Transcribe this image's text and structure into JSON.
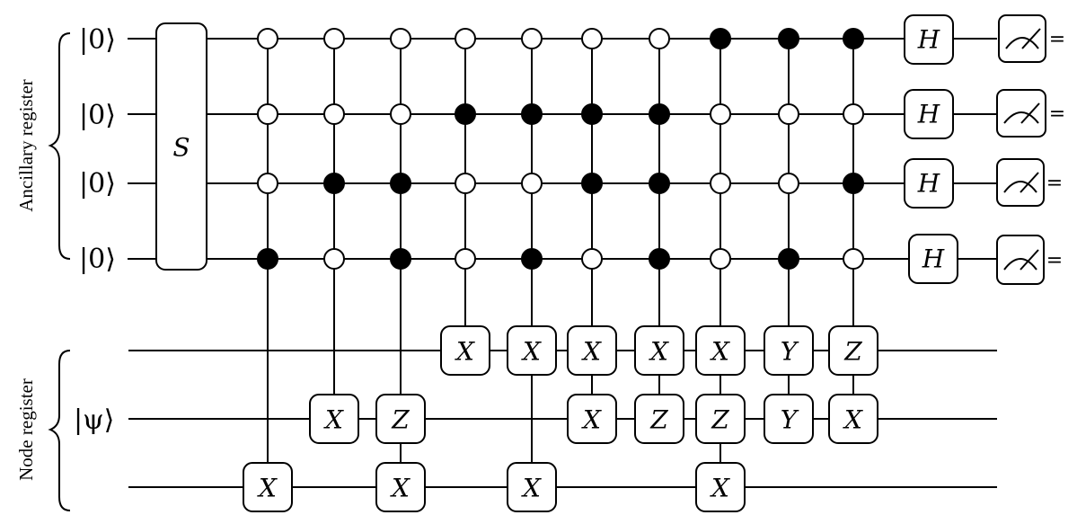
{
  "registers": {
    "ancillary": {
      "label": "Ancillary register",
      "inputs": [
        "|0⟩",
        "|0⟩",
        "|0⟩",
        "|0⟩"
      ]
    },
    "node": {
      "label": "Node register",
      "input": "|ψ⟩"
    }
  },
  "prep_gate": "S",
  "final_gates": [
    "H",
    "H",
    "H",
    "H"
  ],
  "measurement_output": "=",
  "controlled_ops": [
    {
      "controls": [
        "open",
        "open",
        "open",
        "filled"
      ],
      "targets": {
        "n2": "X"
      }
    },
    {
      "controls": [
        "open",
        "open",
        "filled",
        "open"
      ],
      "targets": {
        "n1": "X"
      }
    },
    {
      "controls": [
        "open",
        "open",
        "filled",
        "filled"
      ],
      "targets": {
        "n1": "Z",
        "n2": "X"
      }
    },
    {
      "controls": [
        "open",
        "filled",
        "open",
        "open"
      ],
      "targets": {
        "n0": "X"
      }
    },
    {
      "controls": [
        "open",
        "filled",
        "open",
        "filled"
      ],
      "targets": {
        "n0": "X",
        "n2": "X"
      }
    },
    {
      "controls": [
        "open",
        "filled",
        "filled",
        "open"
      ],
      "targets": {
        "n0": "X",
        "n1": "X"
      }
    },
    {
      "controls": [
        "open",
        "filled",
        "filled",
        "filled"
      ],
      "targets": {
        "n0": "X",
        "n1": "Z"
      }
    },
    {
      "controls": [
        "filled",
        "open",
        "open",
        "open"
      ],
      "targets": {
        "n0": "X",
        "n1": "Z",
        "n2": "X"
      }
    },
    {
      "controls": [
        "filled",
        "open",
        "open",
        "filled"
      ],
      "targets": {
        "n0": "Y",
        "n1": "Y"
      }
    },
    {
      "controls": [
        "filled",
        "open",
        "filled",
        "open"
      ],
      "targets": {
        "n0": "Z",
        "n1": "X"
      }
    }
  ]
}
